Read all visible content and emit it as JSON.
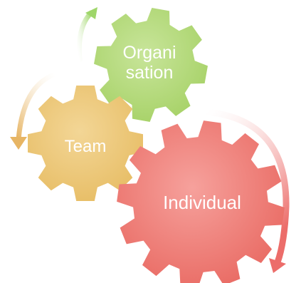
{
  "diagram": {
    "gears": {
      "organisation": {
        "line1": "Organi",
        "line2": "sation",
        "fill": "#a9d36b",
        "fill_light": "#c8e59a",
        "arrow": "#9fd66a"
      },
      "team": {
        "label": "Team",
        "fill": "#e8bf69",
        "fill_light": "#f3d696",
        "arrow": "#e7b564"
      },
      "individual": {
        "label": "Individual",
        "fill": "#ea6e67",
        "fill_light": "#f6a19c",
        "arrow": "#ec6d6a"
      }
    }
  }
}
